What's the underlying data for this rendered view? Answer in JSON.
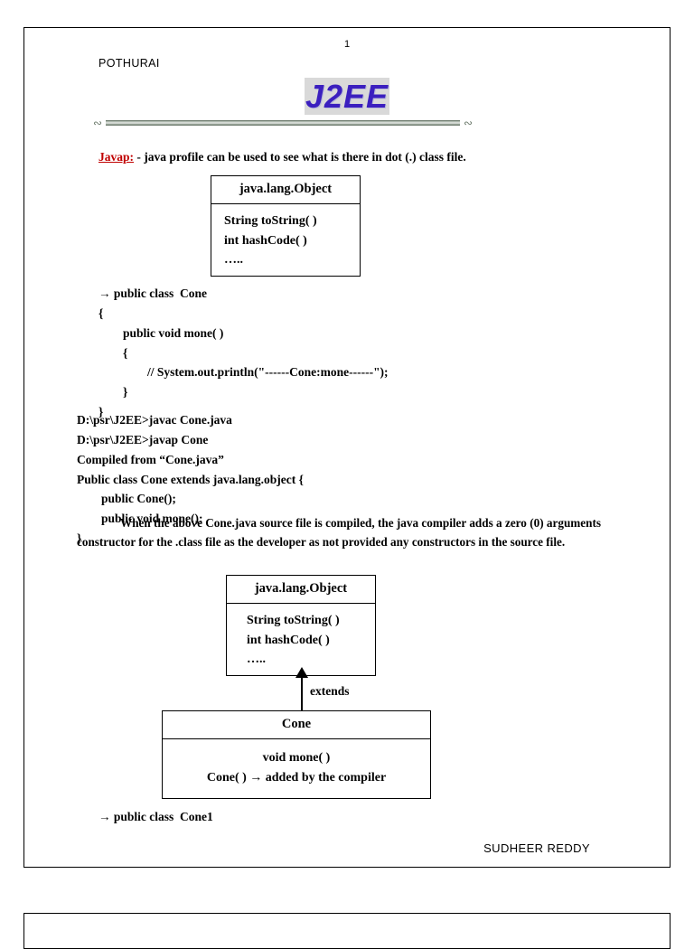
{
  "document": {
    "page_number": "1",
    "header_name": "POTHURAI",
    "title": "J2EE",
    "footer_name": "SUDHEER REDDY"
  },
  "javap": {
    "keyword": "Javap:",
    "description": " - java profile can be used to see what is there in dot (.) class file."
  },
  "object_box_top": {
    "title": "java.lang.Object",
    "members": [
      "String toString( )",
      "int hashCode( )",
      "….."
    ]
  },
  "code_cone": "→ public class  Cone\n{\n        public void mone( )\n        {\n                // System.out.println(\"------Cone:mone------\");\n        }\n}",
  "code_console": "D:\\psr\\J2EE>javac Cone.java\nD:\\psr\\J2EE>javap Cone\nCompiled from “Cone.java”\nPublic class Cone extends java.lang.object {\n        public Cone();\n        public void mone();\n}",
  "paragraph": "When the above Cone.java source file is compiled, the java compiler adds a zero (0) arguments constructor for the .class file as the developer as not provided any constructors in the source file.",
  "object_box_bottom": {
    "title": "java.lang.Object",
    "members": [
      "String toString( )",
      "int hashCode( )",
      "….."
    ]
  },
  "extends_label": "extends",
  "cone_box": {
    "title": "Cone",
    "members": [
      "void mone( )",
      "Cone( ) → added by the compiler"
    ]
  },
  "last_line": "→ public class  Cone1"
}
